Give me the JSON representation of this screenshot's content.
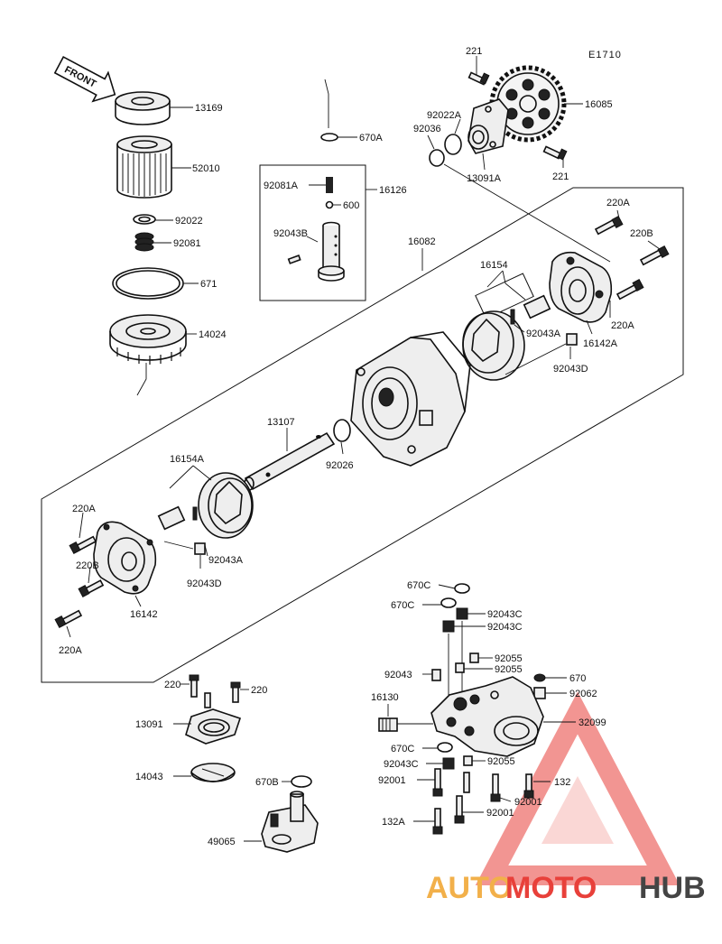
{
  "diagram": {
    "code": "E1710",
    "front_label": "FRONT",
    "labels": {
      "p13169": "13169",
      "p52010": "52010",
      "p92022": "92022",
      "p92081": "92081",
      "p671": "671",
      "p14024": "14024",
      "p670A": "670A",
      "p92081A": "92081A",
      "p16126": "16126",
      "p600": "600",
      "p92043B": "92043B",
      "p16082": "16082",
      "p221_top": "221",
      "p16085": "16085",
      "p92022A": "92022A",
      "p92036": "92036",
      "p13091A": "13091A",
      "p221_bot": "221",
      "p220A_top": "220A",
      "p220B_top": "220B",
      "p16154": "16154",
      "p220A_mid": "220A",
      "p92043A_right": "92043A",
      "p16142A": "16142A",
      "p92043D_right": "92043D",
      "p13107": "13107",
      "p92026": "92026",
      "p16154A": "16154A",
      "p220A_left1": "220A",
      "p220B_left": "220B",
      "p92043A_left": "92043A",
      "p92043D_left": "92043D",
      "p16142": "16142",
      "p220A_left2": "220A",
      "p670C_1": "670C",
      "p670C_2": "670C",
      "p92043C_1": "92043C",
      "p92043C_2": "92043C",
      "p92055_1": "92055",
      "p92043": "92043",
      "p92055_2": "92055",
      "p670": "670",
      "p16130": "16130",
      "p92062": "92062",
      "p32099": "32099",
      "p670C_3": "670C",
      "p92055_3": "92055",
      "p92043C_3": "92043C",
      "p92001_1": "92001",
      "p132": "132",
      "p92001_2": "92001",
      "p132A": "132A",
      "p92001_3": "92001",
      "p220_left": "220",
      "p220_right": "220",
      "p13091": "13091",
      "p14043": "14043",
      "p670B": "670B",
      "p49065": "49065"
    },
    "watermark": {
      "auto": "AUTO",
      "moto": "MOTO",
      "hub": "HUB",
      "colors": {
        "auto": "#f2b04a",
        "moto": "#e8403a",
        "hub": "#444444",
        "triangle": "#e8403a"
      }
    }
  }
}
